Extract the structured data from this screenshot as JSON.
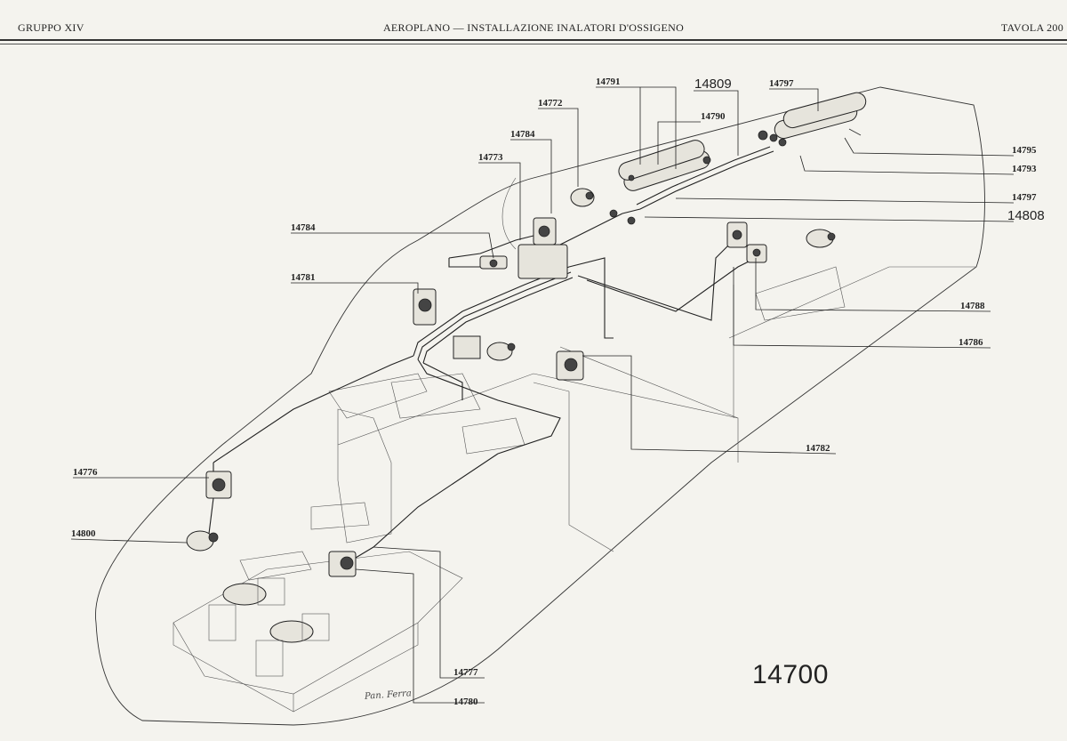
{
  "header": {
    "left": "GRUPPO XIV",
    "center": "AEROPLANO — INSTALLAZIONE INALATORI D'OSSIGENO",
    "right": "TAVOLA 200"
  },
  "drawing_number": "14700",
  "signature": "Pan. Ferra",
  "callouts": {
    "c14791": "14791",
    "c14809": "14809",
    "c14797a": "14797",
    "c14772": "14772",
    "c14790": "14790",
    "c14784a": "14784",
    "c14795": "14795",
    "c14773": "14773",
    "c14793": "14793",
    "c14797b": "14797",
    "c14808": "14808",
    "c14784b": "14784",
    "c14781": "14781",
    "c14788": "14788",
    "c14786": "14786",
    "c14782": "14782",
    "c14776": "14776",
    "c14800": "14800",
    "c14777": "14777",
    "c14780": "14780"
  }
}
